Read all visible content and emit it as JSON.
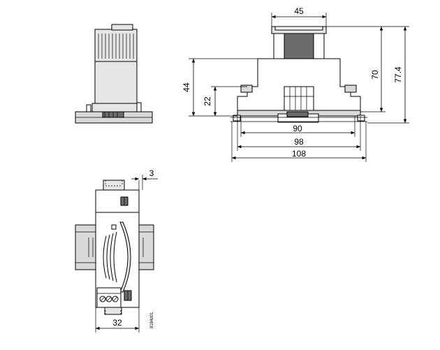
{
  "dimensions": {
    "d45": "45",
    "d44": "44",
    "d22": "22",
    "d70": "70",
    "d77_4": "77.4",
    "d90": "90",
    "d98": "98",
    "d108": "108",
    "d3": "3",
    "d32": "32"
  },
  "drawing_code": "8184d01"
}
